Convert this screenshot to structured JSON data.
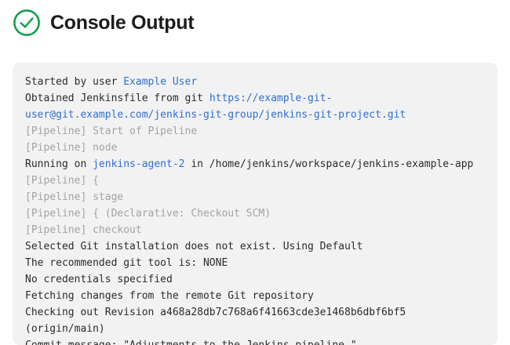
{
  "header": {
    "title": "Console Output",
    "status_icon": "check-circle-icon",
    "status_color": "#12a04a"
  },
  "theme": {
    "page_background": "#ffffff",
    "panel_background": "#f2f2f2",
    "text_color": "#2b2b2b",
    "dim_text_color": "#a3a3a3",
    "link_color": "#2f6fd0"
  },
  "console": {
    "lines": [
      {
        "dim": false,
        "parts": [
          {
            "text": "Started by user ",
            "style": "plain"
          },
          {
            "text": "Example User",
            "style": "link"
          }
        ]
      },
      {
        "dim": false,
        "parts": [
          {
            "text": "Obtained Jenkinsfile from git ",
            "style": "plain"
          },
          {
            "text": "https://example-git-user@git.example.com/jenkins-git-group/jenkins-git-project.git",
            "style": "link"
          }
        ]
      },
      {
        "dim": true,
        "parts": [
          {
            "text": "[Pipeline] Start of Pipeline",
            "style": "plain"
          }
        ]
      },
      {
        "dim": true,
        "parts": [
          {
            "text": "[Pipeline] node",
            "style": "plain"
          }
        ]
      },
      {
        "dim": false,
        "parts": [
          {
            "text": "Running on ",
            "style": "plain"
          },
          {
            "text": "jenkins-agent-2",
            "style": "link"
          },
          {
            "text": " in /home/jenkins/workspace/jenkins-example-app",
            "style": "plain"
          }
        ]
      },
      {
        "dim": true,
        "parts": [
          {
            "text": "[Pipeline] {",
            "style": "plain"
          }
        ]
      },
      {
        "dim": true,
        "parts": [
          {
            "text": "[Pipeline] stage",
            "style": "plain"
          }
        ]
      },
      {
        "dim": true,
        "parts": [
          {
            "text": "[Pipeline] { (Declarative: Checkout SCM)",
            "style": "plain"
          }
        ]
      },
      {
        "dim": true,
        "parts": [
          {
            "text": "[Pipeline] checkout",
            "style": "plain"
          }
        ]
      },
      {
        "dim": false,
        "parts": [
          {
            "text": "Selected Git installation does not exist. Using Default",
            "style": "plain"
          }
        ]
      },
      {
        "dim": false,
        "parts": [
          {
            "text": "The recommended git tool is: NONE",
            "style": "plain"
          }
        ]
      },
      {
        "dim": false,
        "parts": [
          {
            "text": "No credentials specified",
            "style": "plain"
          }
        ]
      },
      {
        "dim": false,
        "parts": [
          {
            "text": "Fetching changes from the remote Git repository",
            "style": "plain"
          }
        ]
      },
      {
        "dim": false,
        "parts": [
          {
            "text": "Checking out Revision a468a28db7c768a6f41663cde3e1468b6dbf6bf5 (origin/main)",
            "style": "plain"
          }
        ]
      },
      {
        "dim": false,
        "parts": [
          {
            "text": "Commit message: \"Adjustments to the Jenkins pipeline.\"",
            "style": "plain"
          }
        ]
      }
    ]
  }
}
